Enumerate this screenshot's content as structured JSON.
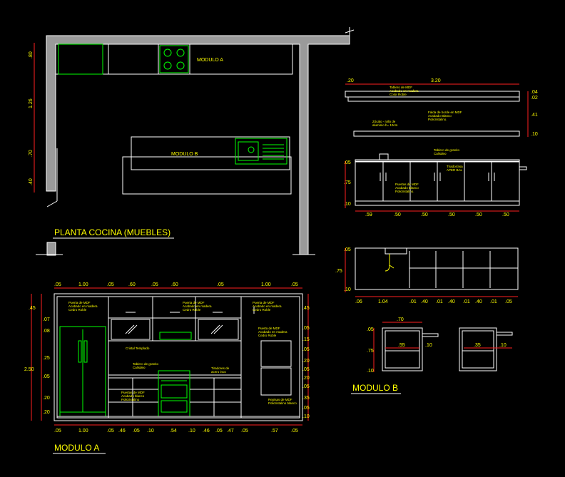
{
  "titles": {
    "plan": "PLANTA COCINA (MUEBLES)",
    "modulo_a": "MODULO A",
    "modulo_b": "MODULO B"
  },
  "plan": {
    "label_modulo_a": "MODULO A",
    "label_modulo_b": "MODULO B",
    "dims_left": [
      ".80",
      "1.26",
      ".70",
      ".40"
    ]
  },
  "top_elevation": {
    "dim_top": [
      ".20",
      "3.20"
    ],
    "notes": [
      "Tablero de MDF",
      "Acabado en madera",
      "Color Roble",
      "Falda de borde en MDF",
      "Acabado Blanco",
      "Policristalino.",
      "Zócalo - rollo de",
      "aluminio h= 10cm"
    ],
    "dims_right": [
      ".04",
      ".02",
      ".41",
      ".10"
    ]
  },
  "front_elevation": {
    "notes": [
      "Tablero de granito",
      "Calisdeo",
      "Tirador/asa",
      "APER BAL",
      "Puertas de MDF",
      "Acabado Blanco",
      "Policristalino."
    ],
    "dims_left": [
      ".05",
      ".75",
      ".10"
    ],
    "dims_bottom": [
      ".59",
      ".50",
      ".50",
      ".50",
      ".50",
      ".50"
    ]
  },
  "section_elevation": {
    "dims_left": [
      ".05",
      ".75",
      ".10"
    ],
    "dims_bottom": [
      ".06",
      "1.04",
      ".01",
      ".40",
      ".01",
      ".40",
      ".01",
      ".40",
      ".01",
      ".05"
    ]
  },
  "modulo_b_sections": {
    "dim_top": [
      ".70"
    ],
    "dims_left": [
      ".05",
      ".75",
      ".10"
    ],
    "inner_dims": [
      ".55",
      ".10",
      ".35",
      ".10"
    ]
  },
  "modulo_a": {
    "dims_top": [
      ".05",
      "1.00",
      ".05",
      ".60",
      ".05",
      ".60",
      ".05",
      "1.00",
      ".05"
    ],
    "dims_bottom": [
      ".05",
      "1.00",
      ".05",
      ".46",
      ".05",
      ".10",
      ".54",
      ".10",
      ".46",
      ".05",
      ".47",
      ".05",
      ".57",
      ".05"
    ],
    "dims_left": [
      ".45",
      ".07",
      ".08",
      ".25",
      ".05",
      ".20",
      ".20"
    ],
    "dim_total_left": "2.50",
    "dims_right": [
      ".45",
      ".05",
      ".15",
      ".05",
      ".20",
      ".05",
      ".20",
      ".05",
      ".35",
      ".05",
      ".10"
    ],
    "notes": [
      "Puerta de MDF",
      "Acabado en madera",
      "Cedro Roble",
      "Puerta de MDF",
      "Acabado en madera",
      "Cedro Roble",
      "Puerta de MDF",
      "Acabado en madera",
      "Cedro Roble",
      "Puerta de MDF",
      "Acabado en madera",
      "Cedro Roble",
      "Cristal Templado",
      "Tablero de granito",
      "Calisdeo",
      "Tiradores de",
      "acero inox",
      "Puertas de MDF",
      "Acabado blanco",
      "Policristalino",
      "Repisas de MDF",
      "Policristalino blanco"
    ]
  },
  "colors": {
    "background": "#000000",
    "lines": "#ffffff",
    "dimension": "#ff2020",
    "text": "#ffff00",
    "appliance": "#00ff00",
    "accent": "#ff9900"
  }
}
